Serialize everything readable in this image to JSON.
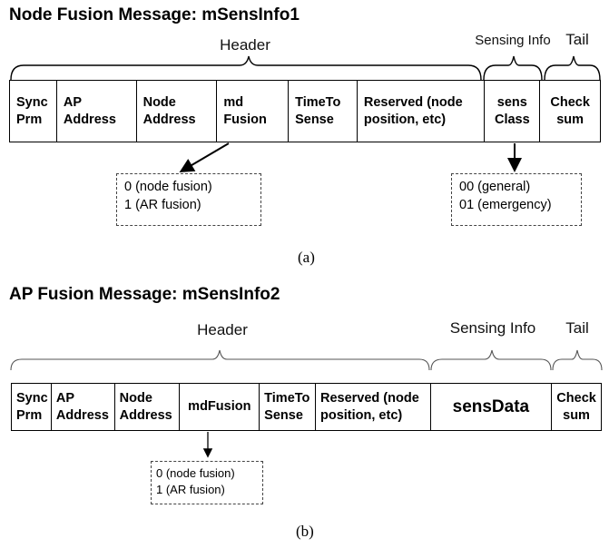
{
  "diagram_a": {
    "title": "Node Fusion Message: mSensInfo1",
    "segments": {
      "header": "Header",
      "sensing": "Sensing Info",
      "tail": "Tail"
    },
    "fields": [
      {
        "id": "sync-prm",
        "label": "Sync\nPrm"
      },
      {
        "id": "ap-address",
        "label": "AP\nAddress"
      },
      {
        "id": "node-address",
        "label": "Node\nAddress"
      },
      {
        "id": "md-fusion",
        "label": "md\nFusion"
      },
      {
        "id": "time-to-sense",
        "label": "TimeTo\nSense"
      },
      {
        "id": "reserved",
        "label": "Reserved (node\nposition, etc)"
      },
      {
        "id": "sens-class",
        "label": "sens\nClass"
      },
      {
        "id": "checksum",
        "label": "Check\nsum"
      }
    ],
    "notes": {
      "md_fusion": "0 (node fusion)\n1 (AR fusion)",
      "sens_class": "00 (general)\n01 (emergency)"
    },
    "caption": "(a)"
  },
  "diagram_b": {
    "title": "AP Fusion Message: mSensInfo2",
    "segments": {
      "header": "Header",
      "sensing": "Sensing Info",
      "tail": "Tail"
    },
    "fields": [
      {
        "id": "sync-prm",
        "label": "Sync\nPrm"
      },
      {
        "id": "ap-address",
        "label": "AP\nAddress"
      },
      {
        "id": "node-address",
        "label": "Node\nAddress"
      },
      {
        "id": "md-fusion",
        "label": "mdFusion"
      },
      {
        "id": "time-to-sense",
        "label": "TimeTo\nSense"
      },
      {
        "id": "reserved",
        "label": "Reserved (node\nposition, etc)"
      },
      {
        "id": "sens-data",
        "label": "sensData"
      },
      {
        "id": "checksum",
        "label": "Check\nsum"
      }
    ],
    "notes": {
      "md_fusion": "0 (node fusion)\n1 (AR fusion)"
    },
    "caption": "(b)"
  }
}
